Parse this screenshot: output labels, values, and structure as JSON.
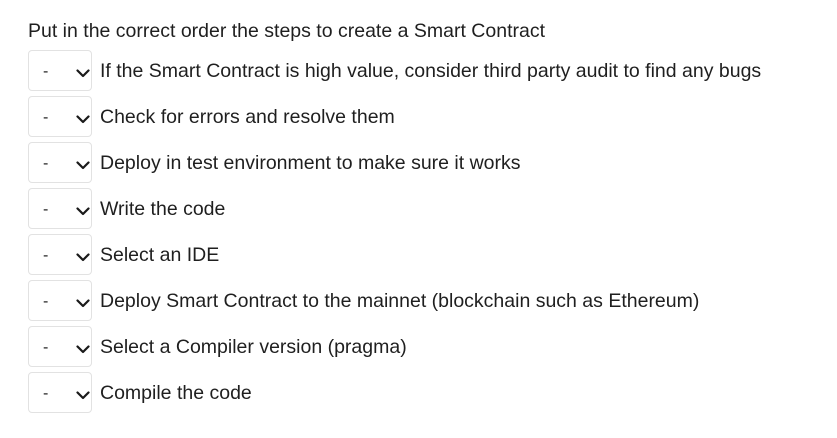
{
  "question": "Put in the correct order the steps to create a Smart Contract",
  "steps": [
    {
      "selected": "-",
      "label": "If the Smart Contract is high value, consider third party audit to find any bugs"
    },
    {
      "selected": "-",
      "label": "Check for errors and resolve them"
    },
    {
      "selected": "-",
      "label": "Deploy in test environment to make sure it works"
    },
    {
      "selected": "-",
      "label": "Write the code"
    },
    {
      "selected": "-",
      "label": "Select an IDE"
    },
    {
      "selected": "-",
      "label": "Deploy Smart Contract to the mainnet (blockchain such as Ethereum)"
    },
    {
      "selected": "-",
      "label": "Select a Compiler version (pragma)"
    },
    {
      "selected": "-",
      "label": "Compile the code"
    }
  ],
  "icons": {
    "dropdown": "chevron-down-icon"
  }
}
